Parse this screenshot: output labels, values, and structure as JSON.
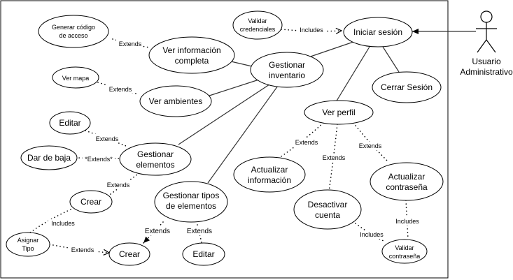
{
  "actor": {
    "name_line1": "Usuario",
    "name_line2": "Administrativo"
  },
  "use_cases": {
    "iniciar_sesion": "Iniciar sesión",
    "validar_credenciales_1": "Validar",
    "validar_credenciales_2": "credenciales",
    "cerrar_sesion": "Cerrar Sesión",
    "gestionar_inventario_1": "Gestionar",
    "gestionar_inventario_2": "inventario",
    "ver_info_completa_1": "Ver información",
    "ver_info_completa_2": "completa",
    "generar_codigo_1": "Generar código",
    "generar_codigo_2": "de acceso",
    "ver_ambientes": "Ver ambientes",
    "ver_mapa": "Ver mapa",
    "gestionar_elementos_1": "Gestionar",
    "gestionar_elementos_2": "elementos",
    "editar_1": "Editar",
    "dar_de_baja": "Dar de baja",
    "crear_1": "Crear",
    "asignar_tipo_1": "Asignar",
    "asignar_tipo_2": "Tipo",
    "gestionar_tipos_1": "Gestionar tipos",
    "gestionar_tipos_2": "de elementos",
    "crear_2": "Crear",
    "editar_2": "Editar",
    "ver_perfil": "Ver perfil",
    "actualizar_info_1": "Actualizar",
    "actualizar_info_2": "información",
    "desactivar_cuenta_1": "Desactivar",
    "desactivar_cuenta_2": "cuenta",
    "actualizar_contrasena_1": "Actualizar",
    "actualizar_contrasena_2": "contraseña",
    "validar_contrasena_1": "Validar",
    "validar_contrasena_2": "contraseña"
  },
  "relation_labels": {
    "includes_credenciales": "Includes",
    "extends_generar_codigo": "Extends",
    "extends_ver_mapa": "Extends",
    "extends_editar": "Extends",
    "extends_dar_de_baja": "*Extends*",
    "extends_crear": "Extends",
    "includes_asignar": "Includes",
    "extends_asignar_crear": "Extends",
    "extends_tipos_crear": "Extends",
    "extends_tipos_editar": "Extends",
    "extends_actualizar_info": "Extends",
    "extends_desactivar": "Extends",
    "extends_actualizar_contrasena": "Extends",
    "includes_validar_contrasena_a": "Includes",
    "includes_validar_contrasena_b": "Includes"
  }
}
